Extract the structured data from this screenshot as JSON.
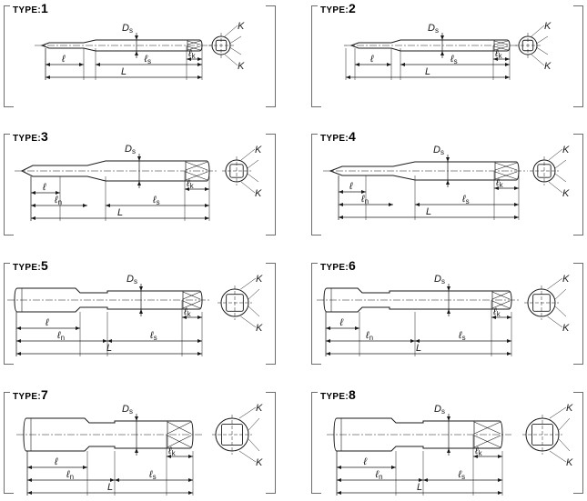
{
  "labels": {
    "type_prefix": "TYPE",
    "separator": ":",
    "dim_ell": "ℓ",
    "dim_L": "L",
    "dim_D": "D",
    "sub_s": "s",
    "sub_n": "n",
    "sub_k": "k",
    "dim_K": "K"
  },
  "panels": [
    {
      "id": "1",
      "number": "1"
    },
    {
      "id": "2",
      "number": "2"
    },
    {
      "id": "3",
      "number": "3"
    },
    {
      "id": "4",
      "number": "4"
    },
    {
      "id": "5",
      "number": "5"
    },
    {
      "id": "6",
      "number": "6"
    },
    {
      "id": "7",
      "number": "7"
    },
    {
      "id": "8",
      "number": "8"
    }
  ]
}
